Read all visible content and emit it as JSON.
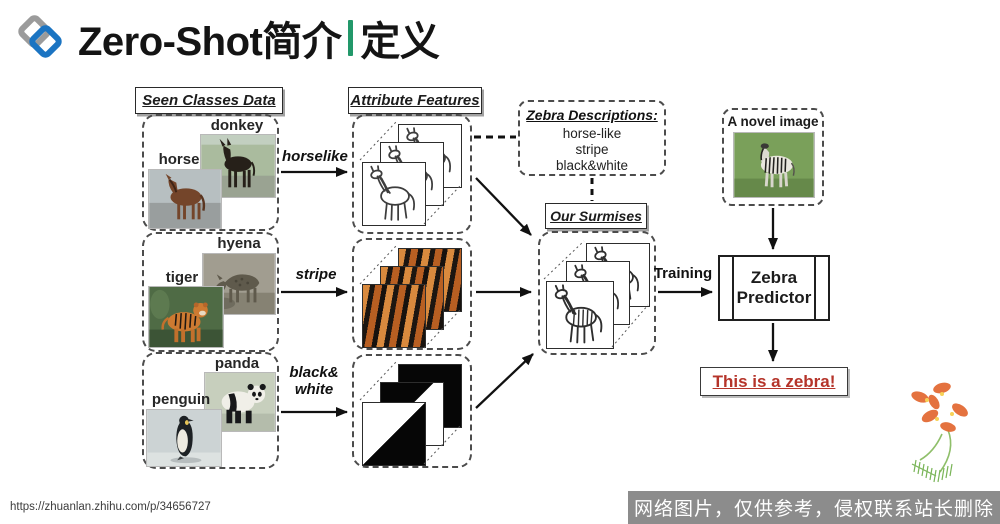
{
  "header": {
    "title_prefix": "Zero-Shot简介",
    "title_suffix": "定义"
  },
  "seen": {
    "header": "Seen Classes Data",
    "donkey": "donkey",
    "horse": "horse",
    "hyena": "hyena",
    "tiger": "tiger",
    "panda": "panda",
    "penguin": "penguin"
  },
  "attributes": {
    "header": "Attribute Features",
    "horselike": "horselike",
    "stripe": "stripe",
    "black_line1": "black&",
    "black_line2": "white"
  },
  "descriptions": {
    "title": "Zebra Descriptions:",
    "items": [
      "horse-like",
      "stripe",
      "black&white"
    ]
  },
  "surmises": {
    "header": "Our Surmises",
    "training_label": "Training"
  },
  "predictor": {
    "line1": "Zebra",
    "line2": "Predictor"
  },
  "novel": {
    "label": "A novel image"
  },
  "result": {
    "text": "This is a zebra!"
  },
  "footer": {
    "url": "https://zhuanlan.zhihu.com/p/34656727",
    "watermark": "网络图片，仅供参考，侵权联系站长删除"
  },
  "colors": {
    "accent_green": "#22986a",
    "logo_blue": "#1b74c2",
    "logo_gray": "#9b9b9b",
    "result_red": "#b5342a",
    "watermark_bg": "#8c8c8c"
  }
}
